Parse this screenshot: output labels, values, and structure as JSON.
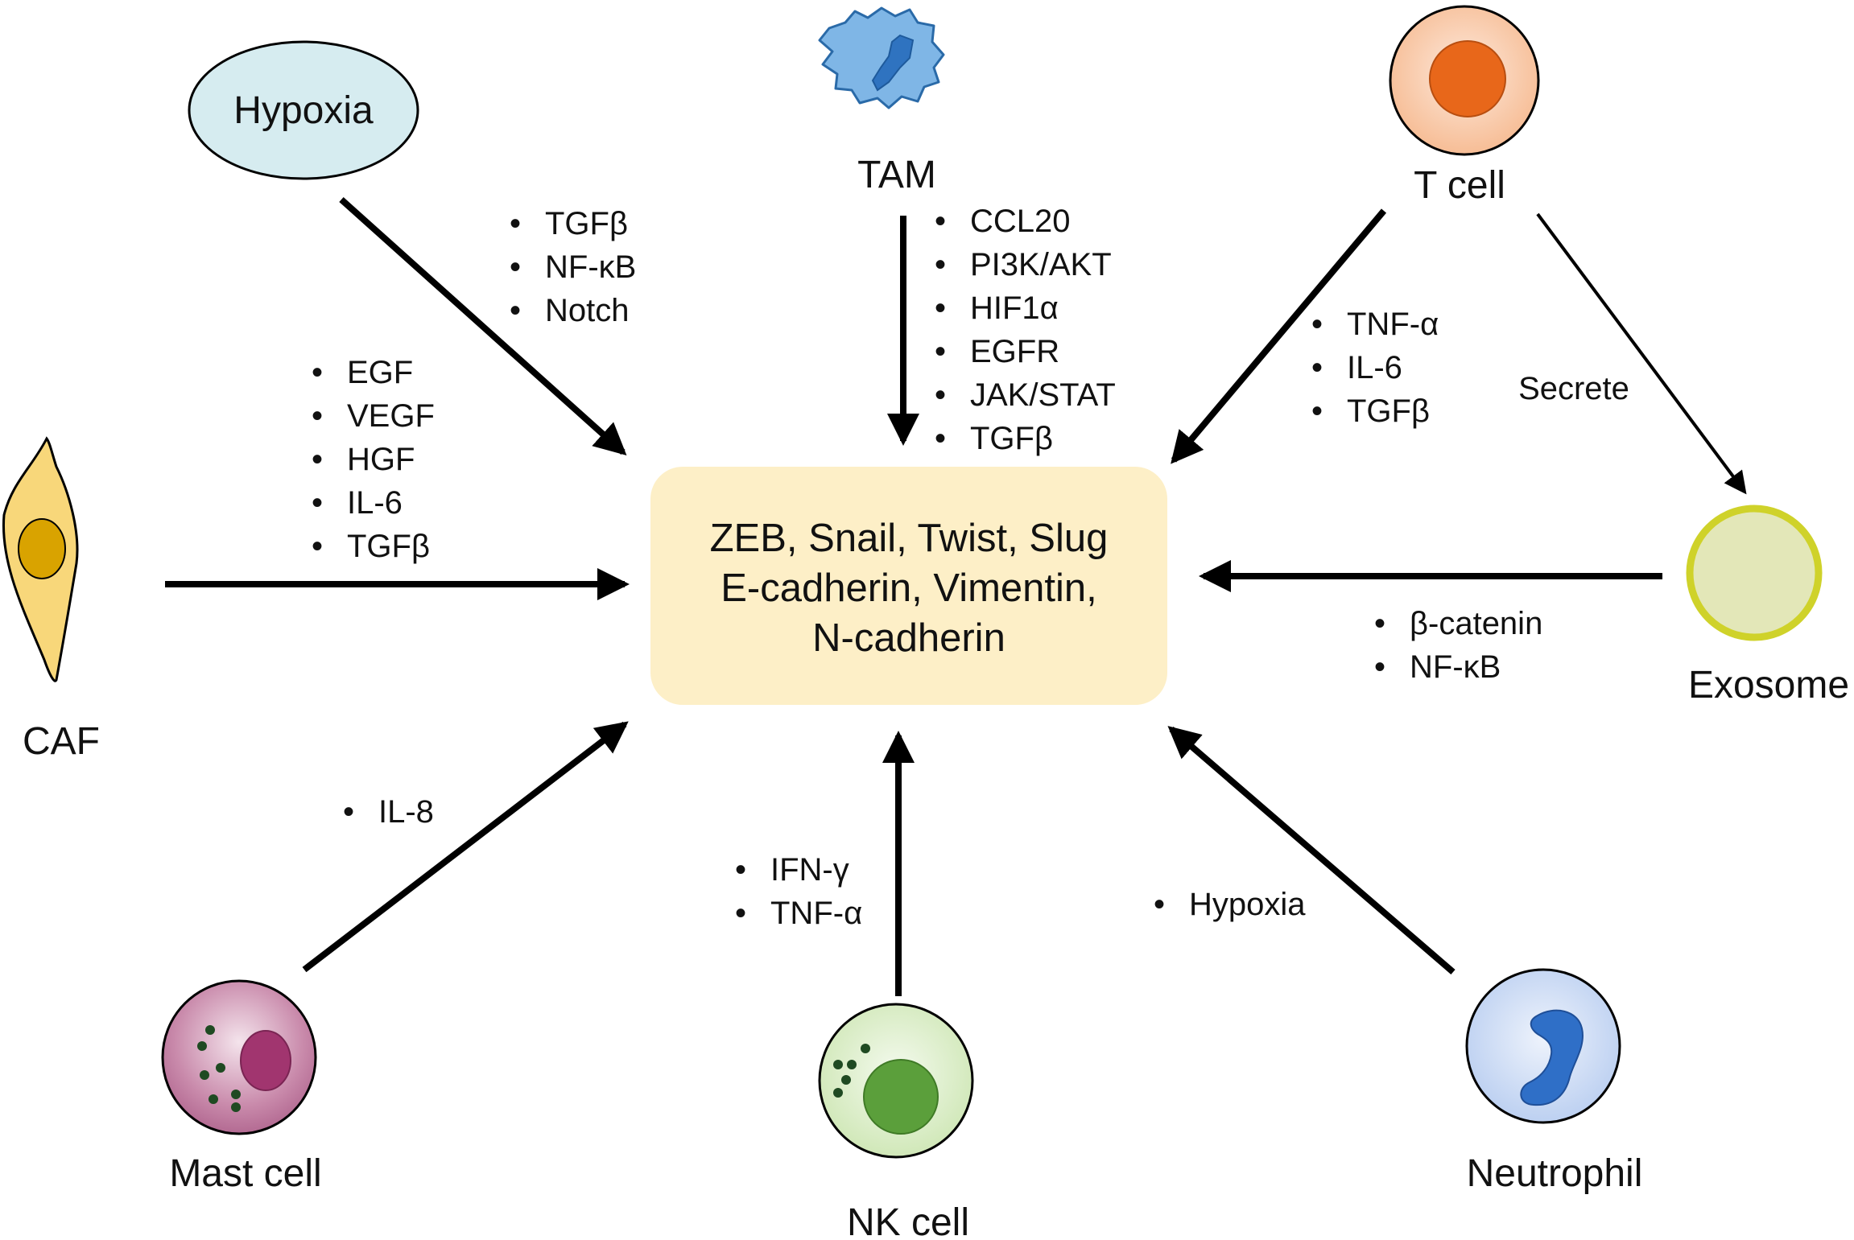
{
  "colors": {
    "arrow": "#000000",
    "center_fill": "#fdefc7",
    "hypoxia_fill": "#d6ecf0",
    "tam_fill": "#6aa9e0",
    "tcell_fill": "#f9c9a8",
    "tcell_nucleus": "#e8671a",
    "exosome_fill": "#e3e7b8",
    "exosome_ring": "#cfd22a",
    "caf_fill": "#f8d77a",
    "caf_nucleus": "#d9a300",
    "mast_fill": "#c97fa6",
    "mast_nucleus": "#a1356f",
    "nk_fill": "#dcefc7",
    "nk_nucleus": "#5b9f3b",
    "neutrophil_fill": "#c9daf5",
    "neutrophil_nucleus": "#2f6fc7"
  },
  "center": {
    "lines": [
      "ZEB, Snail, Twist, Slug",
      "E-cadherin, Vimentin,",
      "N-cadherin"
    ]
  },
  "nodes": {
    "hypoxia": "Hypoxia",
    "tam": "TAM",
    "tcell": "T cell",
    "caf": "CAF",
    "exosome": "Exosome",
    "mast": "Mast cell",
    "nk": "NK cell",
    "neutrophil": "Neutrophil"
  },
  "edges": {
    "secrete": "Secrete"
  },
  "lists": {
    "hypoxia": [
      "TGFβ",
      "NF-κB",
      "Notch"
    ],
    "tam": [
      "CCL20",
      "PI3K/AKT",
      "HIF1α",
      "EGFR",
      "JAK/STAT",
      "TGFβ"
    ],
    "tcell": [
      "TNF-α",
      "IL-6",
      "TGFβ"
    ],
    "caf": [
      "EGF",
      "VEGF",
      "HGF",
      "IL-6",
      "TGFβ"
    ],
    "exosome": [
      "β-catenin",
      "NF-κB"
    ],
    "mast": [
      "IL-8"
    ],
    "nk": [
      "IFN-γ",
      "TNF-α"
    ],
    "neutrophil": [
      "Hypoxia"
    ]
  },
  "bullet": "•"
}
